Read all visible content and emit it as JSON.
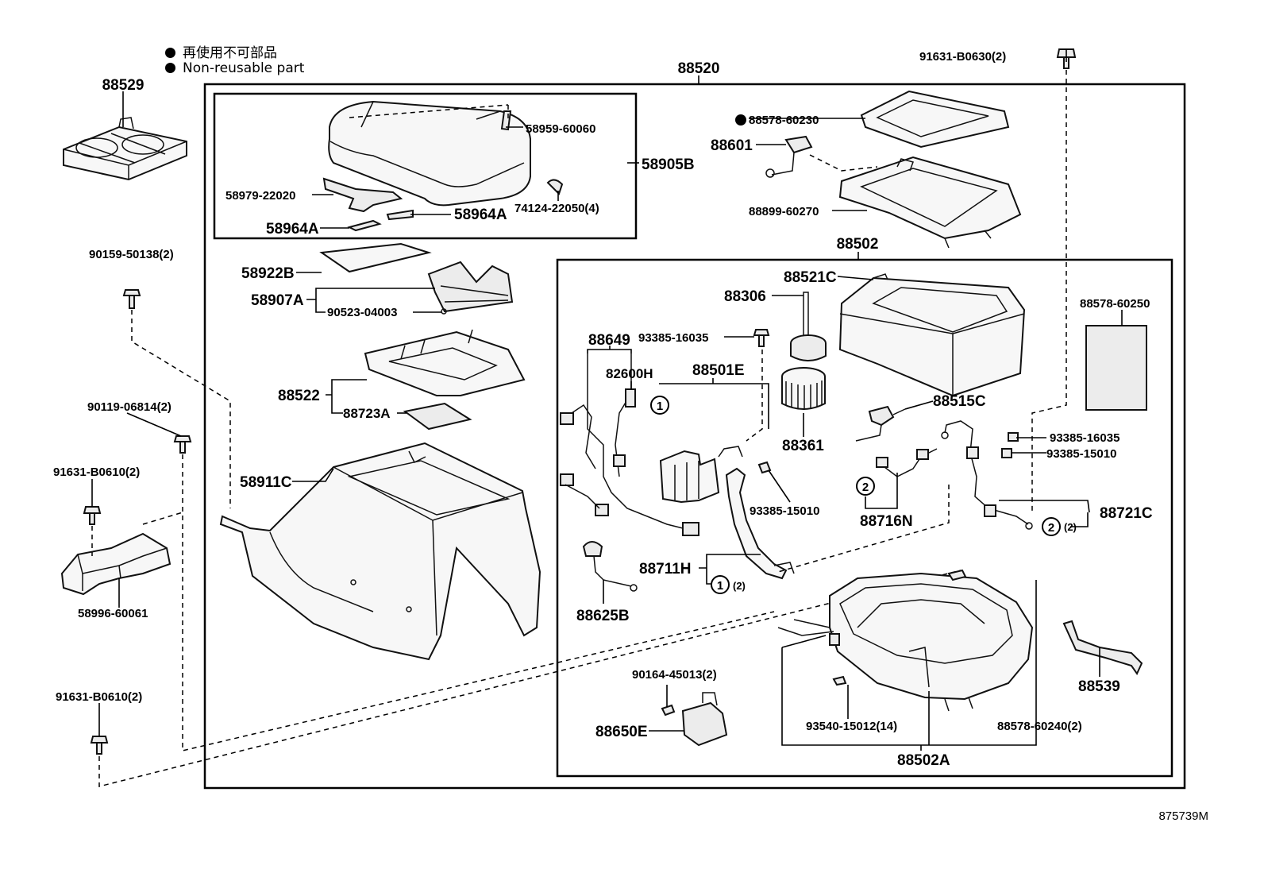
{
  "legend": {
    "jp": "再使用不可部品",
    "en": "Non-reusable part"
  },
  "diagram_code": "875739M",
  "assembly_labels": {
    "console": "88520",
    "inner_box": "88502"
  },
  "parts": [
    {
      "id": "p88529",
      "text": "88529"
    },
    {
      "id": "p58959",
      "text": "58959-60060"
    },
    {
      "id": "p58905B",
      "text": "58905B"
    },
    {
      "id": "p58979",
      "text": "58979-22020"
    },
    {
      "id": "p74124",
      "text": "74124-22050(4)"
    },
    {
      "id": "p58964A1",
      "text": "58964A"
    },
    {
      "id": "p58964A2",
      "text": "58964A"
    },
    {
      "id": "p90159",
      "text": "90159-50138(2)"
    },
    {
      "id": "p58922B",
      "text": "58922B"
    },
    {
      "id": "p58907A",
      "text": "58907A"
    },
    {
      "id": "p90523",
      "text": "90523-04003"
    },
    {
      "id": "p88522",
      "text": "88522"
    },
    {
      "id": "p88723A",
      "text": "88723A"
    },
    {
      "id": "p90119",
      "text": "90119-06814(2)"
    },
    {
      "id": "p91631a",
      "text": "91631-B0610(2)"
    },
    {
      "id": "p58911C",
      "text": "58911C"
    },
    {
      "id": "p58996",
      "text": "58996-60061"
    },
    {
      "id": "p91631b",
      "text": "91631-B0610(2)"
    },
    {
      "id": "p91631c",
      "text": "91631-B0630(2)"
    },
    {
      "id": "p88578a",
      "text": "88578-60230"
    },
    {
      "id": "p88601",
      "text": "88601"
    },
    {
      "id": "p88899",
      "text": "88899-60270"
    },
    {
      "id": "p88521C",
      "text": "88521C"
    },
    {
      "id": "p88306",
      "text": "88306"
    },
    {
      "id": "p88578b",
      "text": "88578-60250"
    },
    {
      "id": "p88649",
      "text": "88649"
    },
    {
      "id": "p93385a",
      "text": "93385-16035"
    },
    {
      "id": "p82600H",
      "text": "82600H"
    },
    {
      "id": "p88501E",
      "text": "88501E"
    },
    {
      "id": "p88515C",
      "text": "88515C"
    },
    {
      "id": "p88361",
      "text": "88361"
    },
    {
      "id": "p93385b",
      "text": "93385-16035"
    },
    {
      "id": "p93385c",
      "text": "93385-15010"
    },
    {
      "id": "p93385d",
      "text": "93385-15010"
    },
    {
      "id": "p88716N",
      "text": "88716N"
    },
    {
      "id": "p88721C",
      "text": "88721C"
    },
    {
      "id": "p88711H",
      "text": "88711H"
    },
    {
      "id": "p88625B",
      "text": "88625B"
    },
    {
      "id": "p90164",
      "text": "90164-45013(2)"
    },
    {
      "id": "p88650E",
      "text": "88650E"
    },
    {
      "id": "p93540",
      "text": "93540-15012(14)"
    },
    {
      "id": "p88578c",
      "text": "88578-60240(2)"
    },
    {
      "id": "p88539",
      "text": "88539"
    },
    {
      "id": "p88502A",
      "text": "88502A"
    }
  ],
  "callouts": [
    {
      "id": "c1a",
      "text": "1"
    },
    {
      "id": "c1b",
      "text": "1"
    },
    {
      "id": "c1b_qty",
      "text": "(2)"
    },
    {
      "id": "c2a",
      "text": "2"
    },
    {
      "id": "c2b",
      "text": "2"
    },
    {
      "id": "c2b_qty",
      "text": "(2)"
    }
  ]
}
